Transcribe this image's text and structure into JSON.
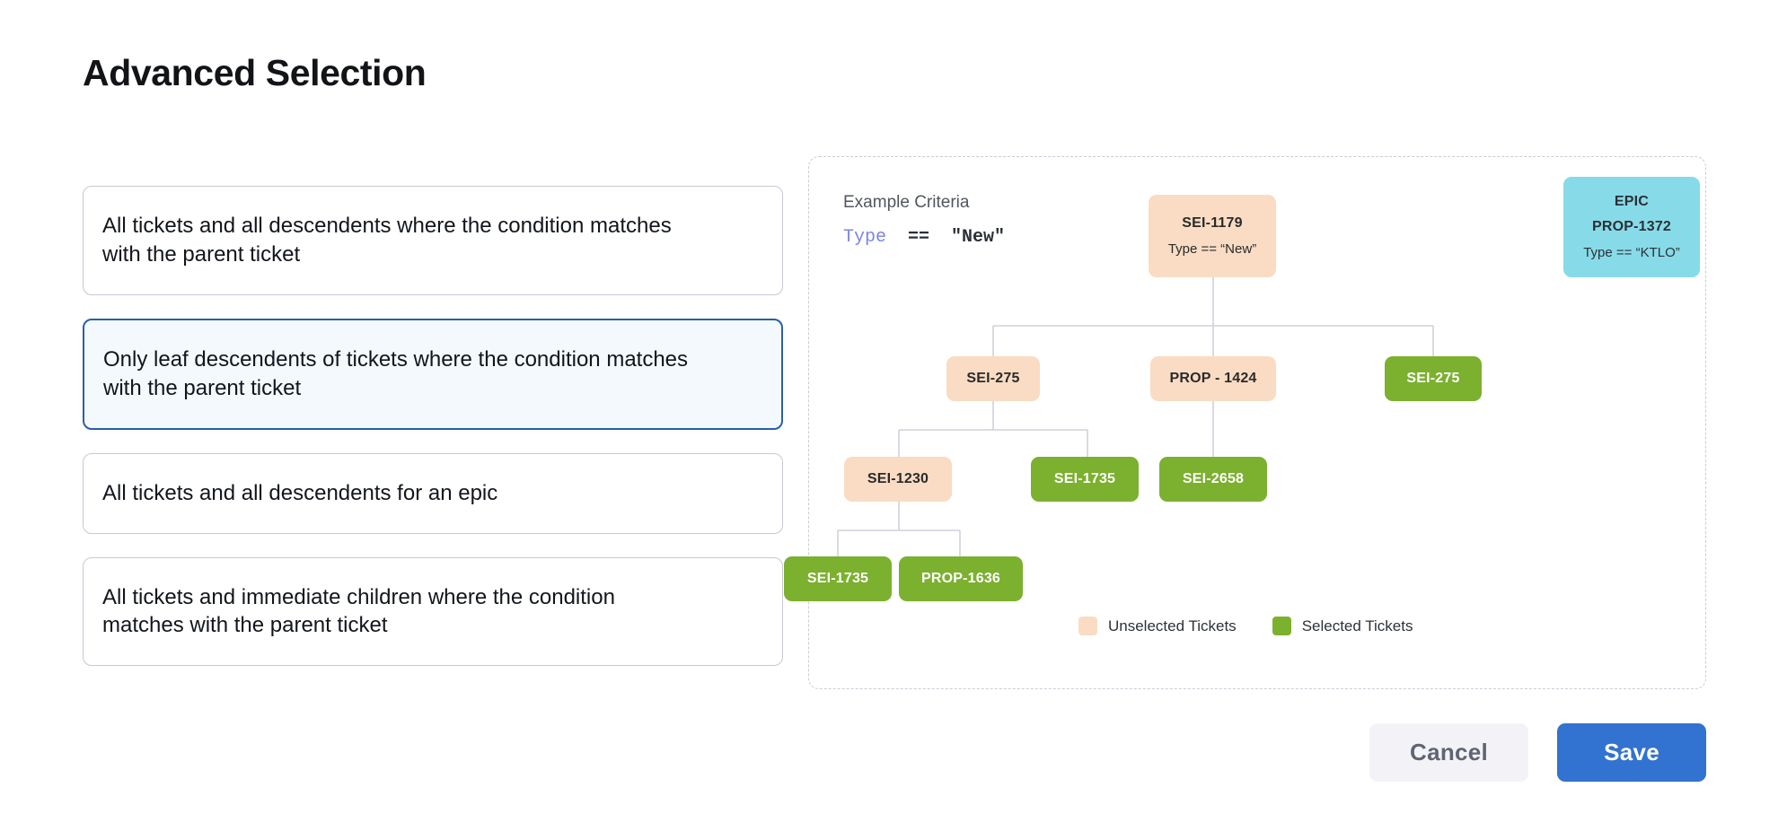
{
  "page_title": "Advanced Selection",
  "options": [
    {
      "label": "All tickets and all descendents where the condition matches with the parent ticket",
      "selected": false
    },
    {
      "label": "Only leaf descendents of tickets where the condition matches with the parent ticket",
      "selected": true
    },
    {
      "label": "All tickets and all descendents for an epic",
      "selected": false
    },
    {
      "label": "All tickets and immediate children where the condition matches with the parent ticket",
      "selected": false
    }
  ],
  "diagram": {
    "criteria_label": "Example Criteria",
    "criteria_keyword": "Type",
    "criteria_expression": "  ==  \"New\"",
    "nodes": {
      "root": {
        "id": "SEI-1179",
        "condition": "Type == “New”"
      },
      "epic": {
        "kind": "EPIC",
        "id": "PROP-1372",
        "condition": "Type == “KTLO”"
      },
      "l2a": {
        "id": "SEI-275"
      },
      "l2b": {
        "id": "PROP - 1424"
      },
      "l2c": {
        "id": "SEI-275"
      },
      "l3a": {
        "id": "SEI-1230"
      },
      "l3b": {
        "id": "SEI-1735"
      },
      "l3c": {
        "id": "SEI-2658"
      },
      "l4a": {
        "id": "SEI-1735"
      },
      "l4b": {
        "id": "PROP-1636"
      }
    },
    "legend": [
      {
        "label": "Unselected Tickets",
        "color": "#f9dcc3"
      },
      {
        "label": "Selected Tickets",
        "color": "#7cb02f"
      }
    ]
  },
  "footer": {
    "cancel_label": "Cancel",
    "save_label": "Save"
  },
  "colors": {
    "unselected": "#f9dcc3",
    "selected": "#7cb02f",
    "epic": "#87dbe8",
    "accent": "#3272d0",
    "selected_card_border": "#2b5fa8",
    "selected_card_bg": "#f3f9fc",
    "code_keyword": "#7b84e8"
  }
}
